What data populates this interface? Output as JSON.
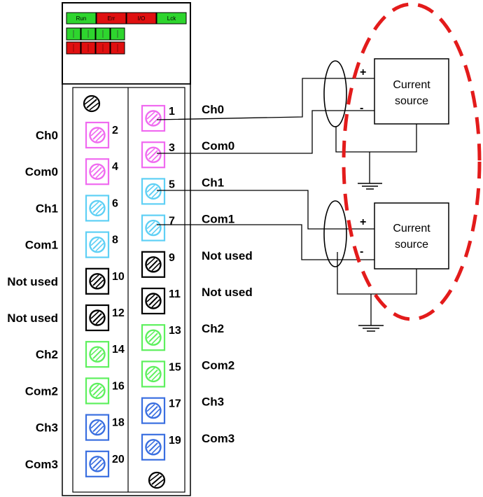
{
  "status_leds": [
    {
      "label": "Run",
      "color": "#2ed52e"
    },
    {
      "label": "Err",
      "color": "#e01010"
    },
    {
      "label": "I/O",
      "color": "#e01010"
    },
    {
      "label": "Lck",
      "color": "#2ed52e"
    }
  ],
  "channel_leds": {
    "top_color": "#2ed52e",
    "bottom_color": "#e01010",
    "count": 4
  },
  "colors": {
    "magenta": "#f06af0",
    "cyan": "#5fd0f5",
    "black": "#000000",
    "green": "#5ef05e",
    "blue": "#3a6fe0",
    "dashed_highlight": "#e31b1b"
  },
  "left_terminals": [
    {
      "num": "2",
      "label": "Ch0",
      "color": "magenta"
    },
    {
      "num": "4",
      "label": "Com0",
      "color": "magenta"
    },
    {
      "num": "6",
      "label": "Ch1",
      "color": "cyan"
    },
    {
      "num": "8",
      "label": "Com1",
      "color": "cyan"
    },
    {
      "num": "10",
      "label": "Not used",
      "color": "black"
    },
    {
      "num": "12",
      "label": "Not used",
      "color": "black"
    },
    {
      "num": "14",
      "label": "Ch2",
      "color": "green"
    },
    {
      "num": "16",
      "label": "Com2",
      "color": "green"
    },
    {
      "num": "18",
      "label": "Ch3",
      "color": "blue"
    },
    {
      "num": "20",
      "label": "Com3",
      "color": "blue"
    }
  ],
  "right_terminals": [
    {
      "num": "1",
      "label": "Ch0",
      "color": "magenta"
    },
    {
      "num": "3",
      "label": "Com0",
      "color": "magenta"
    },
    {
      "num": "5",
      "label": "Ch1",
      "color": "cyan"
    },
    {
      "num": "7",
      "label": "Com1",
      "color": "cyan"
    },
    {
      "num": "9",
      "label": "Not used",
      "color": "black"
    },
    {
      "num": "11",
      "label": "Not used",
      "color": "black"
    },
    {
      "num": "13",
      "label": "Ch2",
      "color": "green"
    },
    {
      "num": "15",
      "label": "Com2",
      "color": "green"
    },
    {
      "num": "17",
      "label": "Ch3",
      "color": "blue"
    },
    {
      "num": "19",
      "label": "Com3",
      "color": "blue"
    }
  ],
  "sources": [
    {
      "line1": "Current",
      "line2": "source",
      "plus": "+",
      "minus": "-"
    },
    {
      "line1": "Current",
      "line2": "source",
      "plus": "+",
      "minus": "-"
    }
  ]
}
